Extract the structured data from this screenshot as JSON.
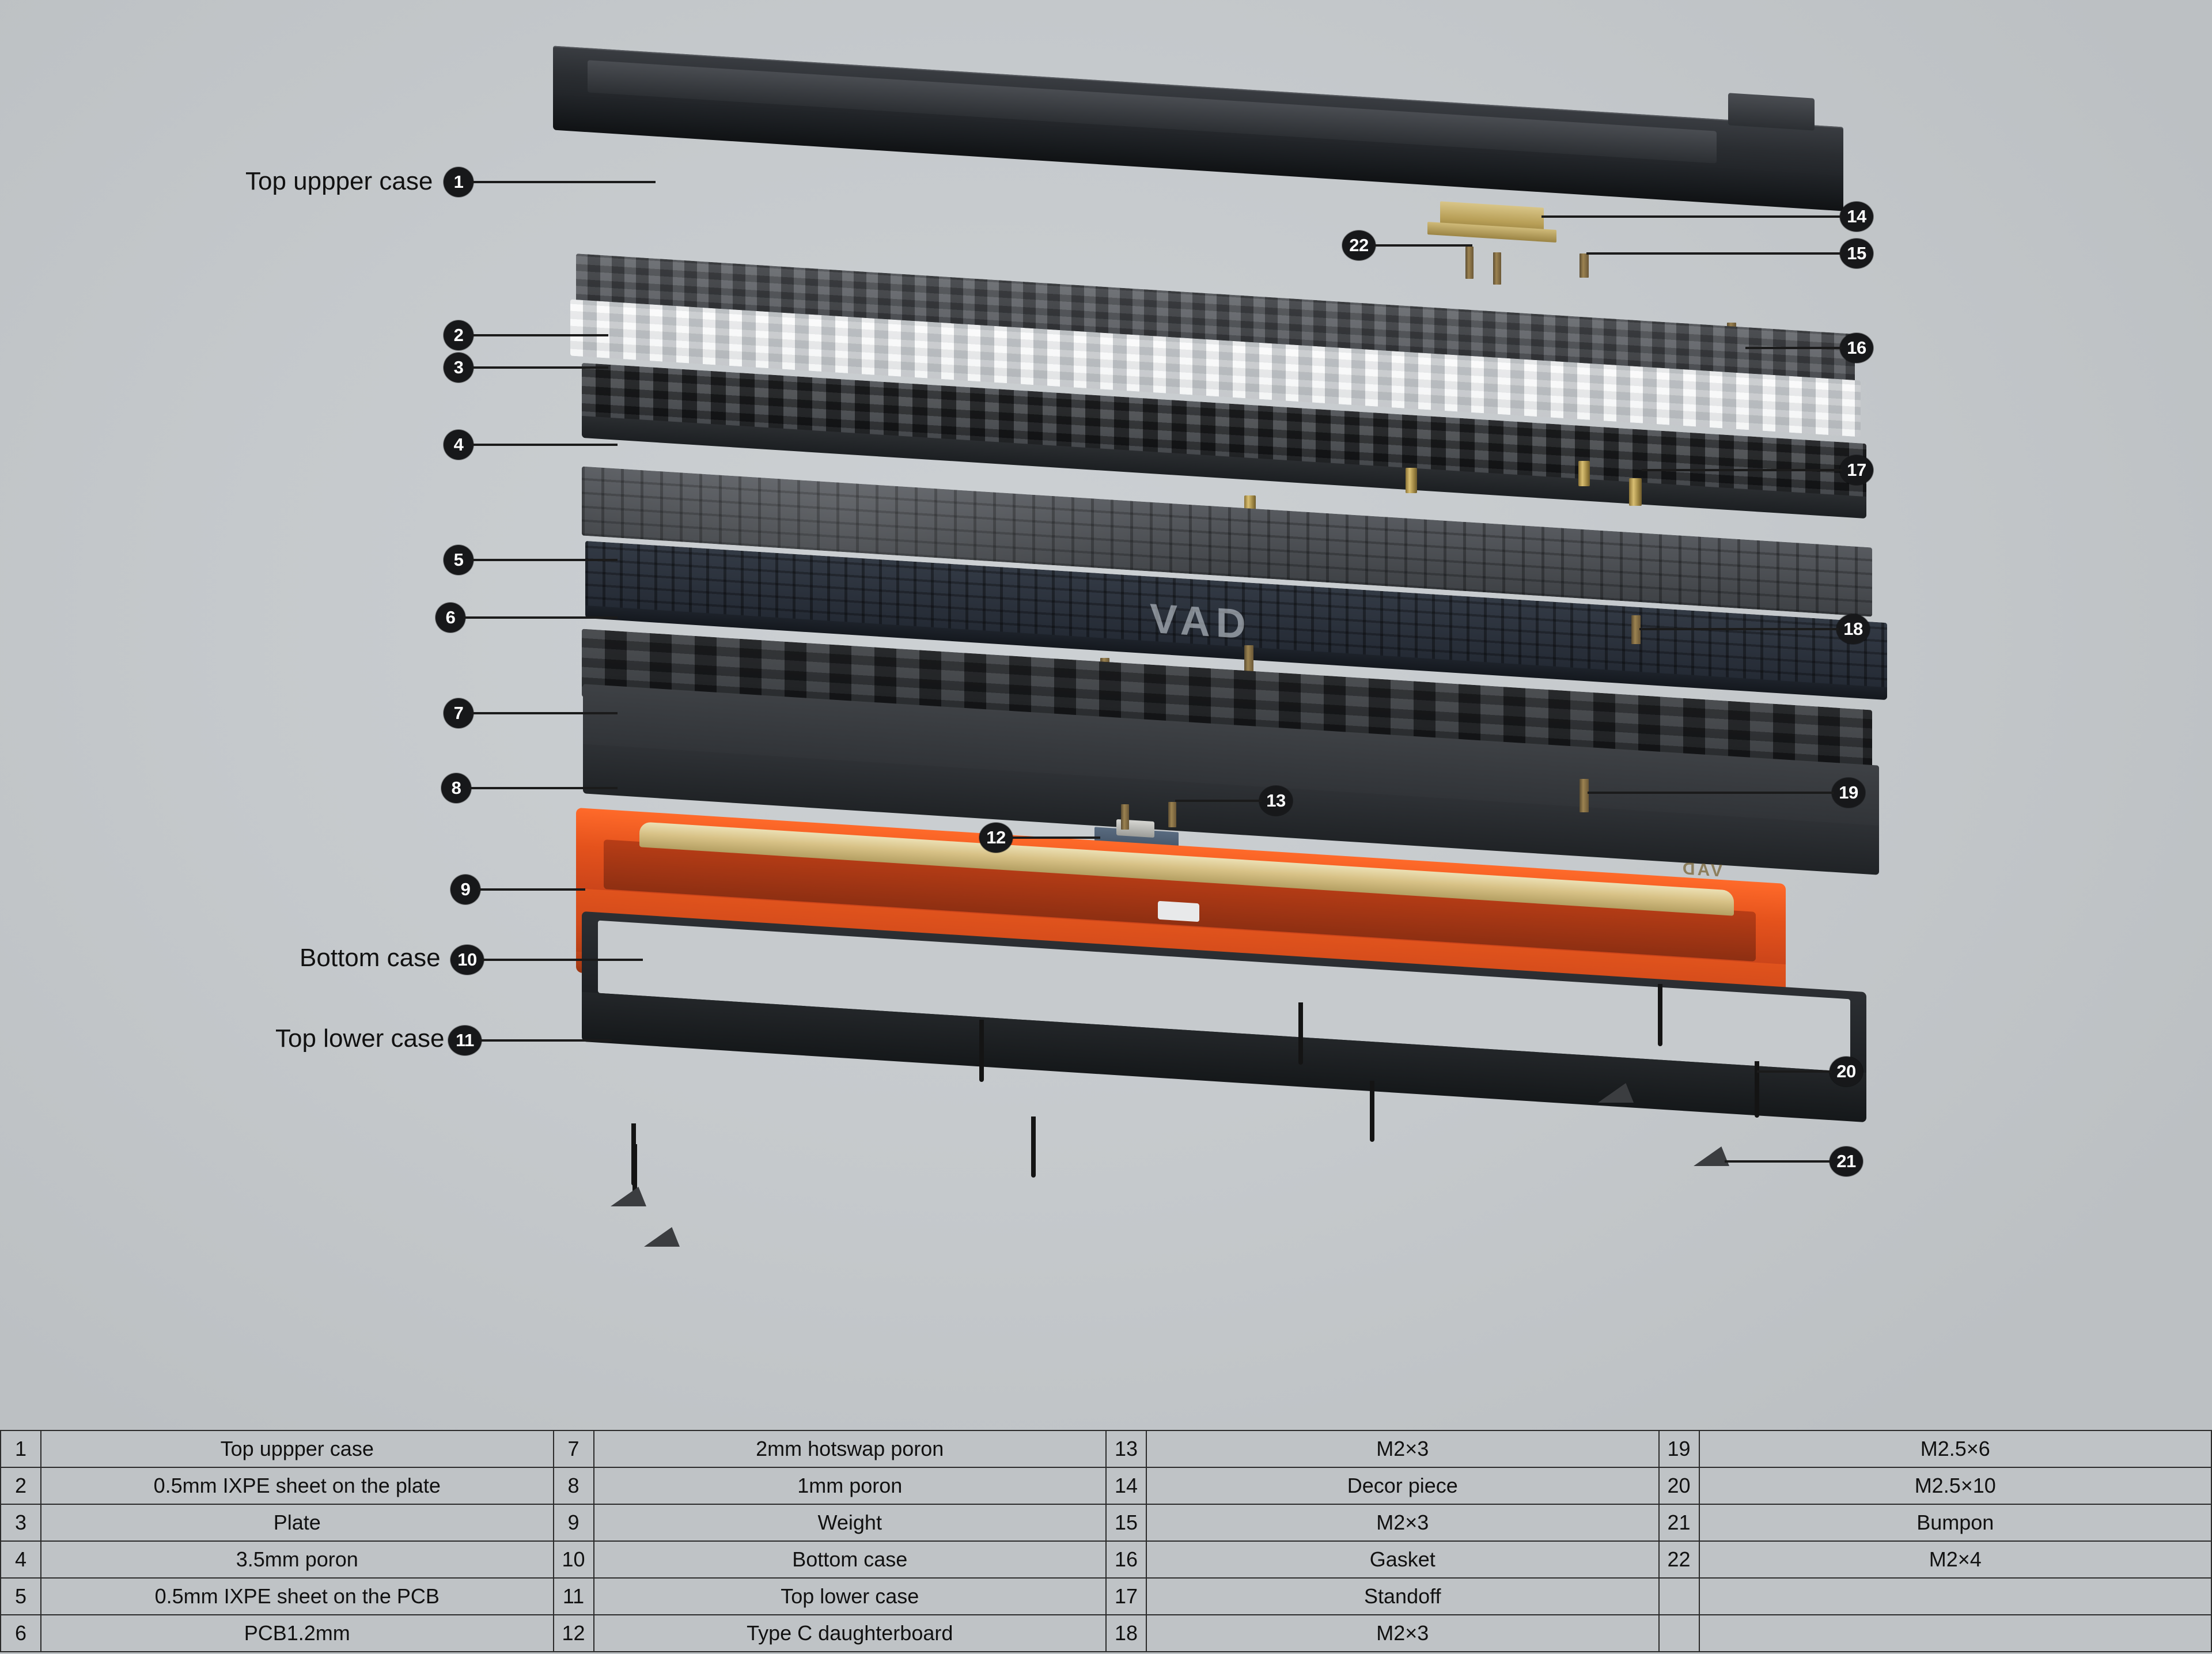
{
  "theme": {
    "background": "#c6cacd",
    "badge_bg": "#17181a",
    "badge_fg": "#ffffff",
    "lead_color": "#1b1b1b",
    "case_black": "#232529",
    "case_orange": "#e0531d",
    "weight_brass": "#d9c48c",
    "pcb_navy": "#2b323c",
    "plate_grey": "#6e7277",
    "ixpe_white": "#e9ebec",
    "table_bg": "#bfc3c6",
    "table_border": "#2b2b2b"
  },
  "diagram": {
    "title_labels": [
      {
        "id": "label-top-upper-case",
        "text": "Top uppper case",
        "callout": "1"
      },
      {
        "id": "label-bottom-case",
        "text": "Bottom case",
        "callout": "10"
      },
      {
        "id": "label-top-lower-case",
        "text": "Top lower case",
        "callout": "11"
      }
    ],
    "callouts": [
      {
        "n": "1",
        "side": "left"
      },
      {
        "n": "2",
        "side": "left"
      },
      {
        "n": "3",
        "side": "left"
      },
      {
        "n": "4",
        "side": "left"
      },
      {
        "n": "5",
        "side": "left"
      },
      {
        "n": "6",
        "side": "left"
      },
      {
        "n": "7",
        "side": "left"
      },
      {
        "n": "8",
        "side": "left"
      },
      {
        "n": "9",
        "side": "left"
      },
      {
        "n": "10",
        "side": "left"
      },
      {
        "n": "11",
        "side": "left"
      },
      {
        "n": "12",
        "side": "inner"
      },
      {
        "n": "13",
        "side": "inner"
      },
      {
        "n": "14",
        "side": "right"
      },
      {
        "n": "15",
        "side": "right"
      },
      {
        "n": "16",
        "side": "right"
      },
      {
        "n": "17",
        "side": "right"
      },
      {
        "n": "18",
        "side": "right"
      },
      {
        "n": "19",
        "side": "right"
      },
      {
        "n": "20",
        "side": "right"
      },
      {
        "n": "21",
        "side": "right"
      },
      {
        "n": "22",
        "side": "inner"
      }
    ],
    "pcb_marking": "VAD",
    "weight_marking": "VAD"
  },
  "parts_table": {
    "columns": 4,
    "pairs": [
      {
        "num": "1",
        "label": "Top uppper case",
        "num2": "7",
        "label2": "2mm hotswap poron",
        "num3": "13",
        "label3": "M2×3",
        "num4": "19",
        "label4": "M2.5×6"
      },
      {
        "num": "2",
        "label": "0.5mm IXPE sheet on the plate",
        "num2": "8",
        "label2": "1mm poron",
        "num3": "14",
        "label3": "Decor piece",
        "num4": "20",
        "label4": "M2.5×10"
      },
      {
        "num": "3",
        "label": "Plate",
        "num2": "9",
        "label2": "Weight",
        "num3": "15",
        "label3": "M2×3",
        "num4": "21",
        "label4": "Bumpon"
      },
      {
        "num": "4",
        "label": "3.5mm poron",
        "num2": "10",
        "label2": "Bottom case",
        "num3": "16",
        "label3": "Gasket",
        "num4": "22",
        "label4": "M2×4"
      },
      {
        "num": "5",
        "label": "0.5mm IXPE sheet on the PCB",
        "num2": "11",
        "label2": "Top lower case",
        "num3": "17",
        "label3": "Standoff",
        "num4": "",
        "label4": ""
      },
      {
        "num": "6",
        "label": "PCB1.2mm",
        "num2": "12",
        "label2": "Type C daughterboard",
        "num3": "18",
        "label3": "M2×3",
        "num4": "",
        "label4": ""
      }
    ]
  }
}
